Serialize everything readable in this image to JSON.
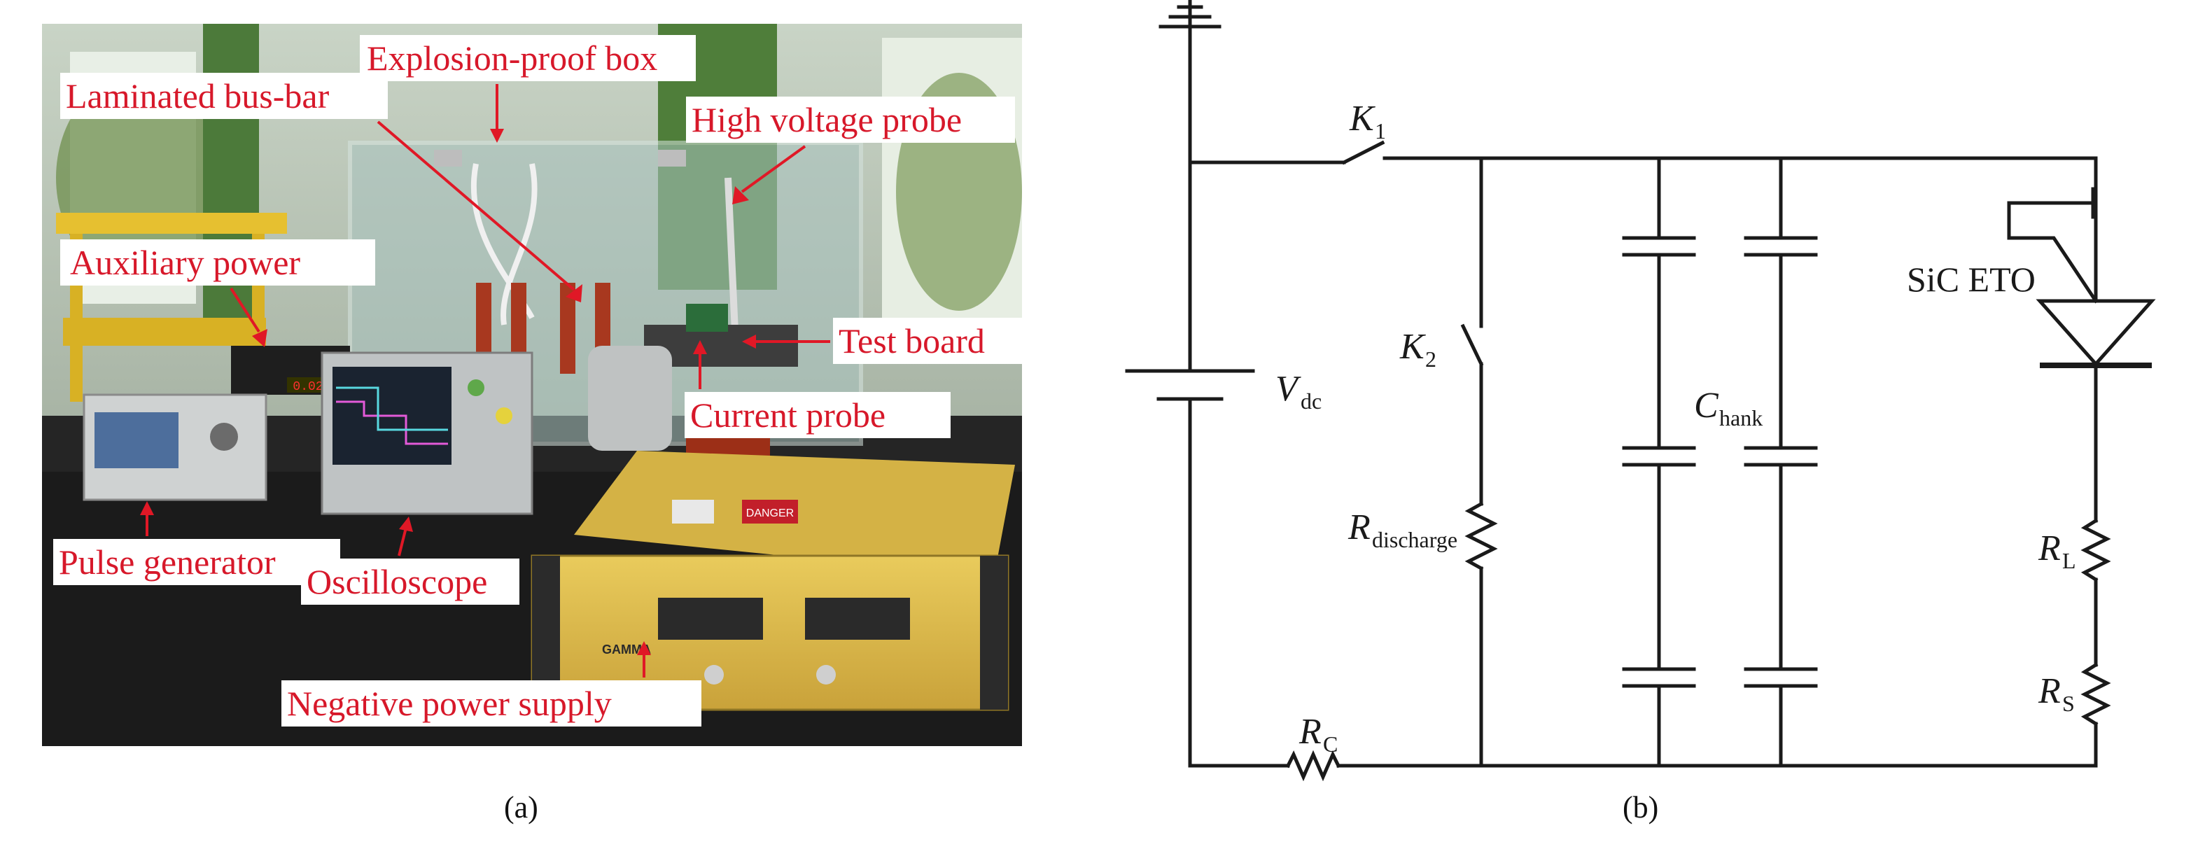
{
  "figure_a": {
    "caption": "(a)",
    "labels": {
      "explosion_box": "Explosion-proof box",
      "laminated_busbar": "Laminated bus-bar",
      "hv_probe": "High voltage probe",
      "aux_power": "Auxiliary power",
      "test_board": "Test board",
      "current_probe": "Current probe",
      "pulse_generator": "Pulse generator",
      "oscilloscope": "Oscilloscope",
      "neg_power": "Negative power supply"
    },
    "equipment_text": {
      "brand": "GAMMA",
      "danger": "DANGER",
      "counter": "0.02"
    },
    "colors": {
      "label_red": "#d7182a",
      "supply_yellow": "#e3c04a"
    }
  },
  "figure_b": {
    "caption": "(b)",
    "k1": "K",
    "k1_sub": "1",
    "k2": "K",
    "k2_sub": "2",
    "vdc": "V",
    "vdc_sub": "dc",
    "chank": "C",
    "chank_sub": "hank",
    "rdis": "R",
    "rdis_sub": "discharge",
    "rc": "R",
    "rc_sub": "C",
    "rl": "R",
    "rl_sub": "L",
    "rs": "R",
    "rs_sub": "S",
    "device": "SiC ETO"
  }
}
